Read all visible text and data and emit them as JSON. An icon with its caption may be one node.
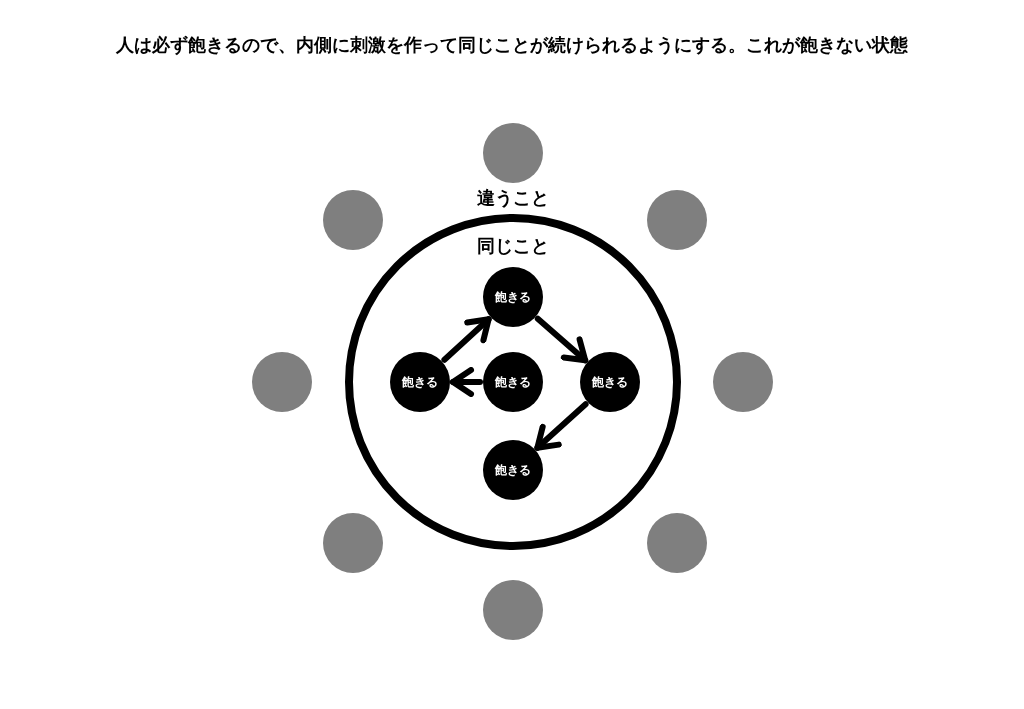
{
  "diagram": {
    "title": "人は必ず飽きるので、内側に刺激を作って同じことが続けられるようにする。これが飽きない状態",
    "nodes": [
      {
        "text": [
          "同じこと"
        ]
      },
      {
        "text": [
          "飽きる"
        ],
        "in": 0
      },
      {
        "text": [
          "飽きる"
        ],
        "in": 0
      },
      {
        "text": [
          "飽きる"
        ],
        "in": 0
      },
      {
        "text": [
          "飽きる"
        ],
        "in": 0
      },
      {
        "text": [
          "飽きる"
        ],
        "in": 0
      },
      {
        "text": [],
        "shape": "circle"
      },
      {
        "text": [],
        "shape": "circle"
      },
      {
        "text": [],
        "shape": "circle"
      },
      {
        "text": [],
        "shape": "circle"
      },
      {
        "text": [],
        "shape": "circle"
      },
      {
        "text": [],
        "shape": "circle"
      },
      {
        "text": [],
        "shape": "circle"
      },
      {
        "text": [],
        "shape": "circle"
      }
    ],
    "edges": [
      {
        "from": 3,
        "to": 2,
        "arrow": "to"
      },
      {
        "from": 2,
        "to": 1,
        "arrow": "to"
      },
      {
        "from": 1,
        "to": 4,
        "arrow": "to"
      },
      {
        "from": 4,
        "to": 5,
        "arrow": "to"
      }
    ],
    "labels": [
      "違うこと"
    ]
  }
}
